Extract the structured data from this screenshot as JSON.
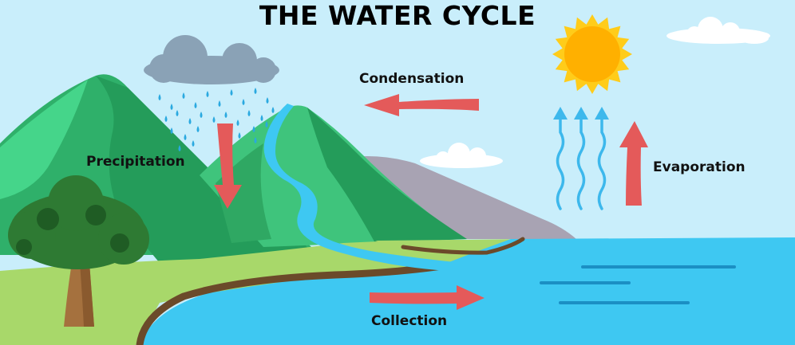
{
  "title": "THE WATER CYCLE",
  "labels": {
    "condensation": "Condensation",
    "precipitation": "Precipitation",
    "evaporation": "Evaporation",
    "collection": "Collection"
  },
  "colors": {
    "sky": "#c9eefb",
    "water": "#3ec8f2",
    "arrow": "#e45a5a",
    "mountain_dark": "#249c5a",
    "mountain_light": "#3fc47c",
    "grass": "#a8d86a",
    "sun": "#ffb000",
    "cloud_rain": "#8aa2b6",
    "cloud_white": "#ffffff",
    "tree_foliage": "#2e7a33",
    "tree_trunk": "#a5713e"
  }
}
